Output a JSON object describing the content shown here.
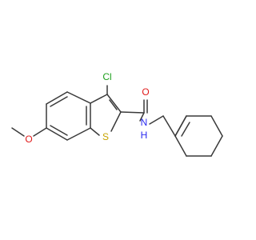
{
  "molecule": {
    "atom_labels": {
      "chlorine": "Cl",
      "carbonyl_oxygen": "O",
      "amide_nitrogen": "N",
      "amide_hydrogen": "H",
      "ring_sulfur": "S",
      "methoxy_oxygen": "O"
    },
    "colors": {
      "bond": "#3a3a3a",
      "chlorine": "#1fa01f",
      "oxygen": "#e01a1a",
      "nitrogen": "#2a2af0",
      "sulfur": "#c7a400"
    }
  }
}
